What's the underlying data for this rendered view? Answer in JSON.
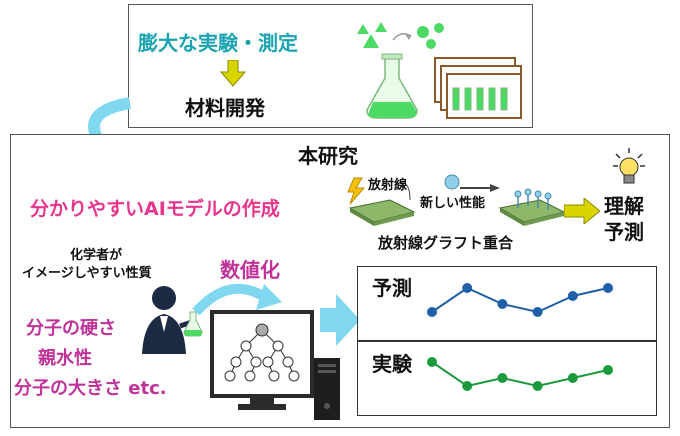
{
  "top": {
    "heading": "膨大な実験・測定",
    "result": "材料開発"
  },
  "main": {
    "title": "本研究",
    "model_text": "分かりやすいAIモデルの作成",
    "chemist_label_line1": "化学者が",
    "chemist_label_line2": "イメージしやすい性質",
    "props": [
      "分子の硬さ",
      "親水性",
      "分子の大きさ etc."
    ],
    "digitize": "数値化",
    "radiation": "放射線",
    "new_property": "新しい性能",
    "grafting": "放射線グラフト重合",
    "understand_line1": "理解",
    "understand_line2": "予測"
  },
  "charts": {
    "predict_label": "予測",
    "experiment_label": "実験"
  },
  "chart_data": [
    {
      "type": "line",
      "series": [
        {
          "values": [
            2,
            5,
            3,
            2,
            4,
            5
          ]
        }
      ],
      "ylim": [
        0,
        6
      ],
      "color": "#1f5fa8"
    },
    {
      "type": "line",
      "series": [
        {
          "values": [
            5,
            2,
            3,
            2,
            3,
            4
          ]
        }
      ],
      "ylim": [
        0,
        6
      ],
      "color": "#1a9a3c"
    }
  ],
  "colors": {
    "teal": "#1aa3b0",
    "pink": "#e8358c",
    "arrow_cyan": "#7fd8f0",
    "yellow_arrow": "#d9d400",
    "flask_green": "#4cd964"
  }
}
